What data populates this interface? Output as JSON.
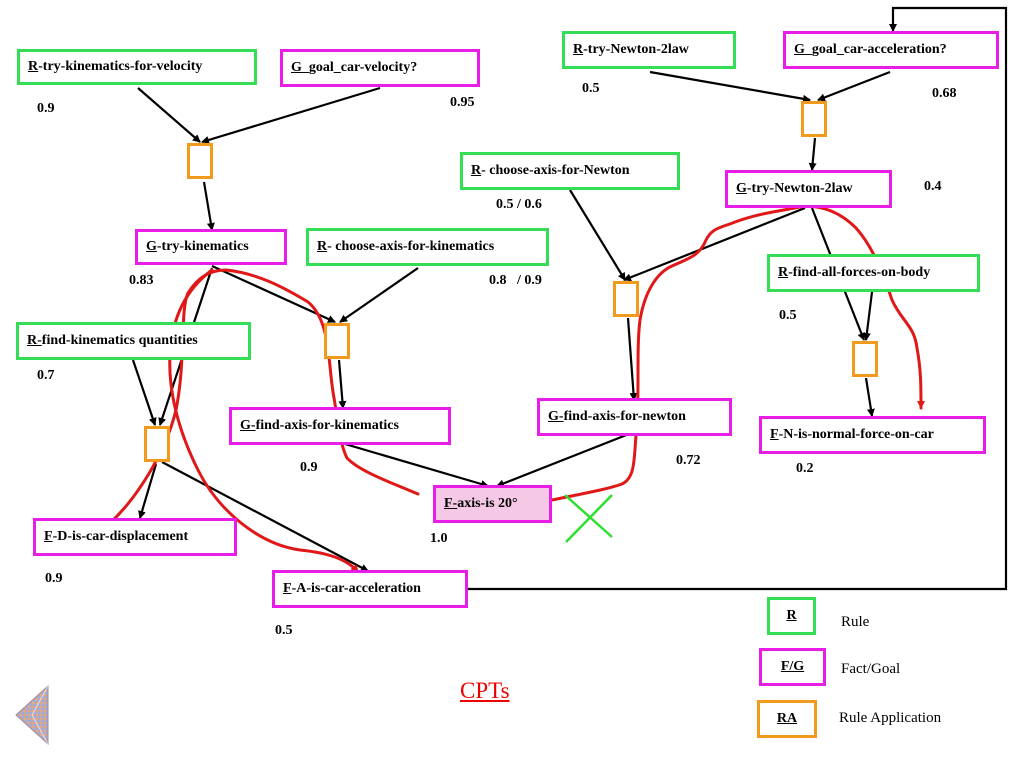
{
  "nodes": {
    "r_kin_vel": {
      "key": "R",
      "text": " -try-kinematics-for-velocity"
    },
    "g_car_vel": {
      "key": "G",
      "text": "_goal_car-velocity?"
    },
    "g_try_kin": {
      "key": "G",
      "text": "-try-kinematics"
    },
    "r_axis_kin": {
      "key": "R",
      "text": "- choose-axis-for-kinematics"
    },
    "r_find_kin": {
      "key": "R-",
      "text": "find-kinematics quantities"
    },
    "g_axis_kin": {
      "key": "G-",
      "text": "find-axis-for-kinematics"
    },
    "f_disp": {
      "key": "F",
      "text": "-D-is-car-displacement"
    },
    "f_accel": {
      "key": "F",
      "text": "-A-is-car-acceleration"
    },
    "f_axis20": {
      "key": "F-",
      "text": "axis-is 20°"
    },
    "r_newton2": {
      "key": "R",
      "text": " -try-Newton-2law"
    },
    "g_car_acc": {
      "key": "G",
      "text": "_goal_car-acceleration?"
    },
    "r_axis_newt": {
      "key": "R",
      "text": "- choose-axis-for-Newton"
    },
    "g_try_newt": {
      "key": "G",
      "text": "-try-Newton-2law"
    },
    "r_forces": {
      "key": "R",
      "text": "-find-all-forces-on-body"
    },
    "g_axis_newt": {
      "key": "G-",
      "text": "find-axis-for-newton"
    },
    "f_normal": {
      "key": "F",
      "text": "-N-is-normal-force-on-car"
    }
  },
  "probs": {
    "p_kin_vel": "0.9",
    "p_car_vel": "0.95",
    "p_try_kin": "0.83",
    "p_axis_kin": "0.8   / 0.9",
    "p_find_kin": "0.7",
    "p_g_axis_kin": "0.9",
    "p_disp": "0.9",
    "p_accel": "0.5",
    "p_axis20": "1.0",
    "p_newton2": "0.5",
    "p_car_acc": "0.68",
    "p_axis_newt": "0.5 / 0.6",
    "p_try_newt": "0.4",
    "p_forces": "0.5",
    "p_g_axis_newt": "0.72",
    "p_normal": "0.2"
  },
  "legend": [
    {
      "symbol": "R",
      "label": "Rule"
    },
    {
      "symbol": "F/G",
      "label": "Fact/Goal"
    },
    {
      "symbol": "RA",
      "label": "Rule Application"
    }
  ],
  "footer": {
    "cpts_link": "CPTs"
  },
  "colors": {
    "rule_border": "#33dd55",
    "fact_goal_border": "#e81ee8",
    "rule_application_border": "#f29a1c",
    "highlight_fill": "#f5c9e6",
    "annotation_red": "#e01818",
    "cross_green": "#2ee02e",
    "link_red": "#e00000"
  },
  "icons": {
    "nav": "back-arrow-icon"
  }
}
